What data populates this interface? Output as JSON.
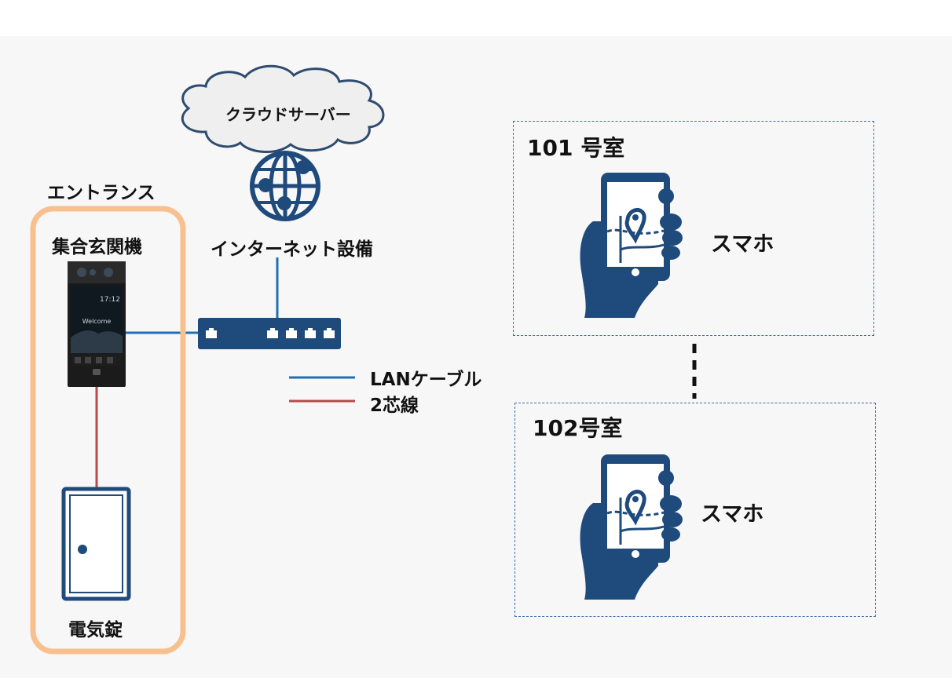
{
  "labels": {
    "cloud_server": "クラウドサーバー",
    "internet_equipment": "インターネット設備",
    "entrance": "エントランス",
    "intercom": "集合玄関機",
    "electric_lock": "電気錠",
    "legend_lan": "LANケーブル",
    "legend_two_wire": "2芯線",
    "room_101": "101 号室",
    "room_102": "102号室",
    "smartphone_101": "スマホ",
    "smartphone_102": "スマホ"
  },
  "intercom_screen": {
    "clock": "17:12",
    "greeting": "Welcome"
  },
  "colors": {
    "lan_cable": "#1f6fb5",
    "two_wire": "#b84a4a",
    "equipment_blue": "#1f4a7c",
    "entrance_frame": "#f8c08f",
    "room_dash": "#3f6fa8",
    "cloud_stroke": "#2f4b6e",
    "cloud_fill": "#efefef"
  }
}
